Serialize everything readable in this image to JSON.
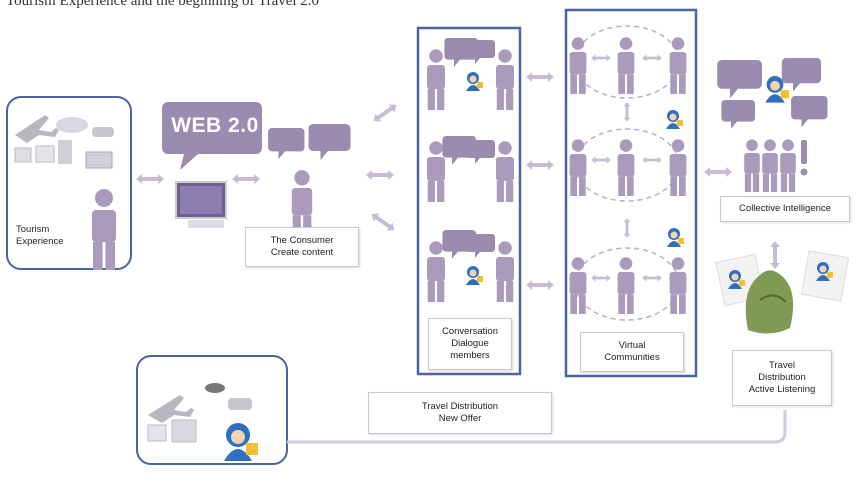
{
  "header": {
    "cut_text": "Tourism Experience and the beginning of Travel 2.0"
  },
  "colors": {
    "figure": "#aa9bbd",
    "figure_dark": "#8f7fa8",
    "frame": "#4a64a0",
    "arrow": "#c7bcd6",
    "bubble": "#9a8bb0",
    "avatar": "#2f6fc0",
    "leaf": "#7f9a55"
  },
  "labels": {
    "tourism": [
      "Tourism",
      "Experience"
    ],
    "web": "WEB 2.0",
    "consumer": [
      "The Consumer",
      "Create content"
    ],
    "conversation": [
      "Conversation",
      "Dialogue",
      "members"
    ],
    "virtual": [
      "Virtual",
      "Communities"
    ],
    "collective": "Collective Intelligence",
    "travel_dist": [
      "Travel",
      "Distribution",
      "Active Listening"
    ],
    "new_offer": [
      "Travel Distribution",
      "New Offer"
    ],
    "exclaim": "!"
  },
  "icons": [
    "airplane-icon",
    "globe-icon",
    "car-icon",
    "photo-icon",
    "monitor-icon",
    "person-icon",
    "speech-bubble-icon",
    "avatar-icon",
    "double-arrow-icon",
    "leaf-icon",
    "exclamation-icon"
  ]
}
